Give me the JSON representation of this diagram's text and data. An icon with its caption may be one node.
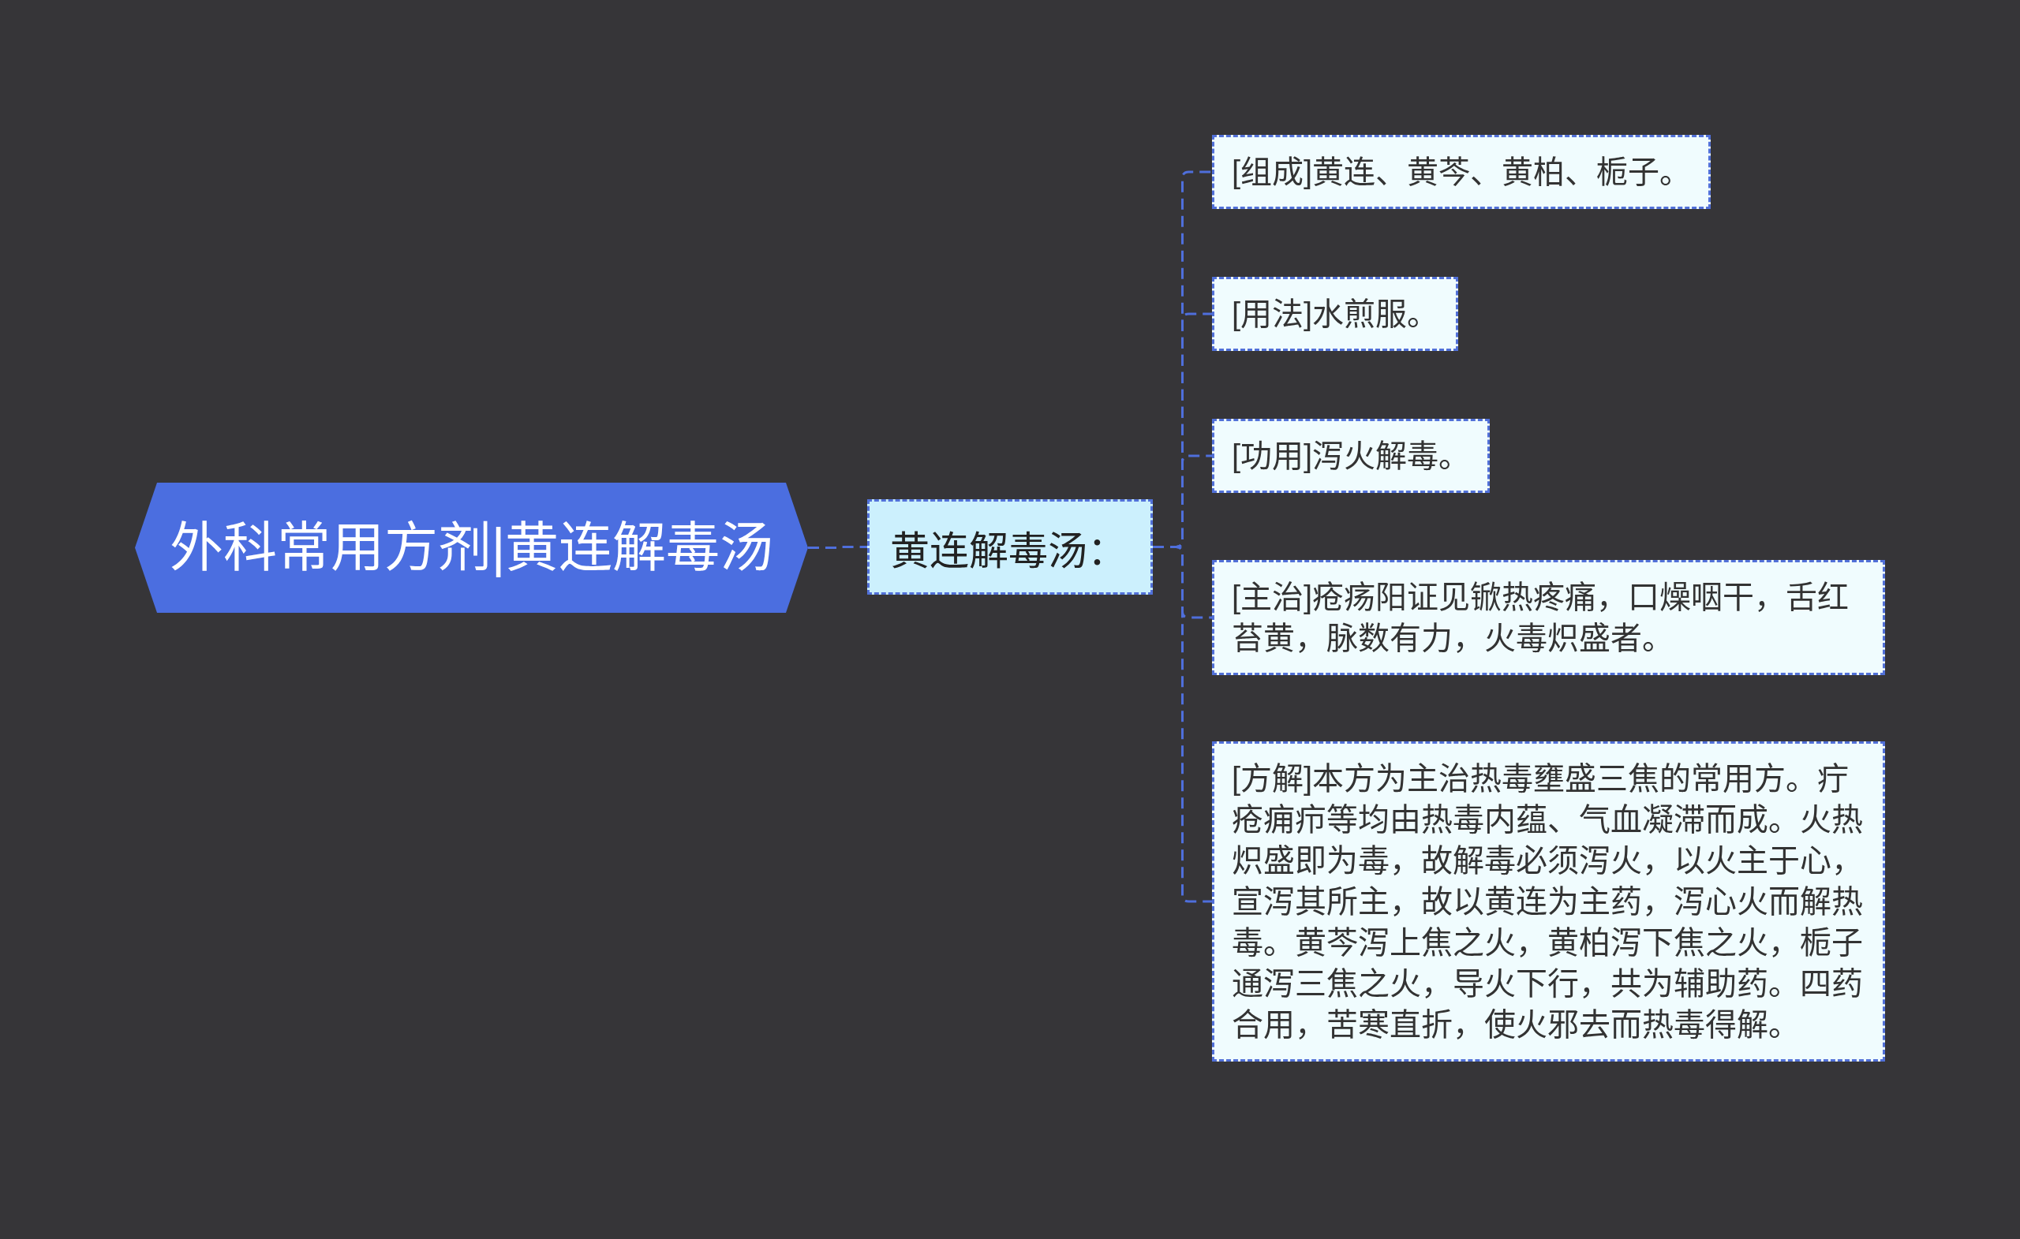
{
  "diagram": {
    "nodes": [
      {
        "text": [
          "外科常用方剂|黄连解毒汤"
        ]
      },
      {
        "text": [
          "黄连解毒汤："
        ]
      },
      {
        "text": [
          "[组成]黄连、黄芩、黄柏、栀子。"
        ]
      },
      {
        "text": [
          "[用法]水煎服。"
        ]
      },
      {
        "text": [
          "[功用]泻火解毒。"
        ]
      },
      {
        "text": [
          "[主治]疮疡阳证见锨热疼痛，口燥咽干，舌红苔黄，脉数有力，火毒炽盛者。"
        ]
      },
      {
        "text": [
          "[方解]本方为主治热毒壅盛三焦的常用方。疔疮痈疖等均由热毒内蕴、气血凝滞而成。火热炽盛即为毒，故解毒必须泻火，以火主于心，宣泻其所主，故以黄连为主药，泻心火而解热毒。黄芩泻上焦之火，黄柏泻下焦之火，栀子通泻三焦之火，导火下行，共为辅助药。四药合用，苦寒直折，使火邪去而热毒得解。"
        ]
      }
    ],
    "edges": [
      {
        "from": 0,
        "to": 1,
        "arrow": "none",
        "style": "dashed"
      },
      {
        "from": 1,
        "to": 2,
        "arrow": "none",
        "style": "dashed"
      },
      {
        "from": 1,
        "to": 3,
        "arrow": "none",
        "style": "dashed"
      },
      {
        "from": 1,
        "to": 4,
        "arrow": "none",
        "style": "dashed"
      },
      {
        "from": 1,
        "to": 5,
        "arrow": "none",
        "style": "dashed"
      },
      {
        "from": 1,
        "to": 6,
        "arrow": "none",
        "style": "dashed"
      }
    ]
  }
}
